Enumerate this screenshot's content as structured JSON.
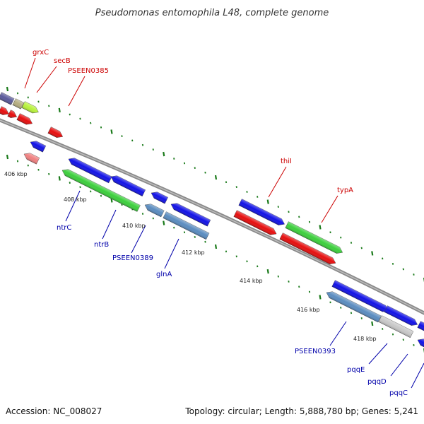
{
  "title": "Pseudomonas entomophila L48, complete genome",
  "footer": {
    "accession": "Accession: NC_008027",
    "summary": "Topology: circular; Length: 5,888,780 bp; Genes: 5,241"
  },
  "colors": {
    "backbone": "#8a8a8a",
    "tick": "#1a7a1a",
    "forward_label": "#cc0000",
    "reverse_label": "#0000aa",
    "blue": "#1212e6",
    "red": "#e60e0e",
    "green": "#3ccf3c",
    "steel": "#5a8cc0",
    "lightgrey": "#c8c8c8",
    "purple": "#5a5a9a",
    "tan": "#b5ad80",
    "lime": "#b8f23c",
    "pink": "#f08080"
  },
  "axis_labels": [
    "406 kbp",
    "408 kbp",
    "410 kbp",
    "412 kbp",
    "414 kbp",
    "416 kbp",
    "418 kbp"
  ],
  "forward_gene_labels": [
    "grxC",
    "secB",
    "PSEEN0385",
    "thiI",
    "typA"
  ],
  "reverse_gene_labels": [
    "ntrC",
    "ntrB",
    "PSEEN0389",
    "glnA",
    "PSEEN0393",
    "pqqE",
    "pqqD",
    "pqqC"
  ]
}
